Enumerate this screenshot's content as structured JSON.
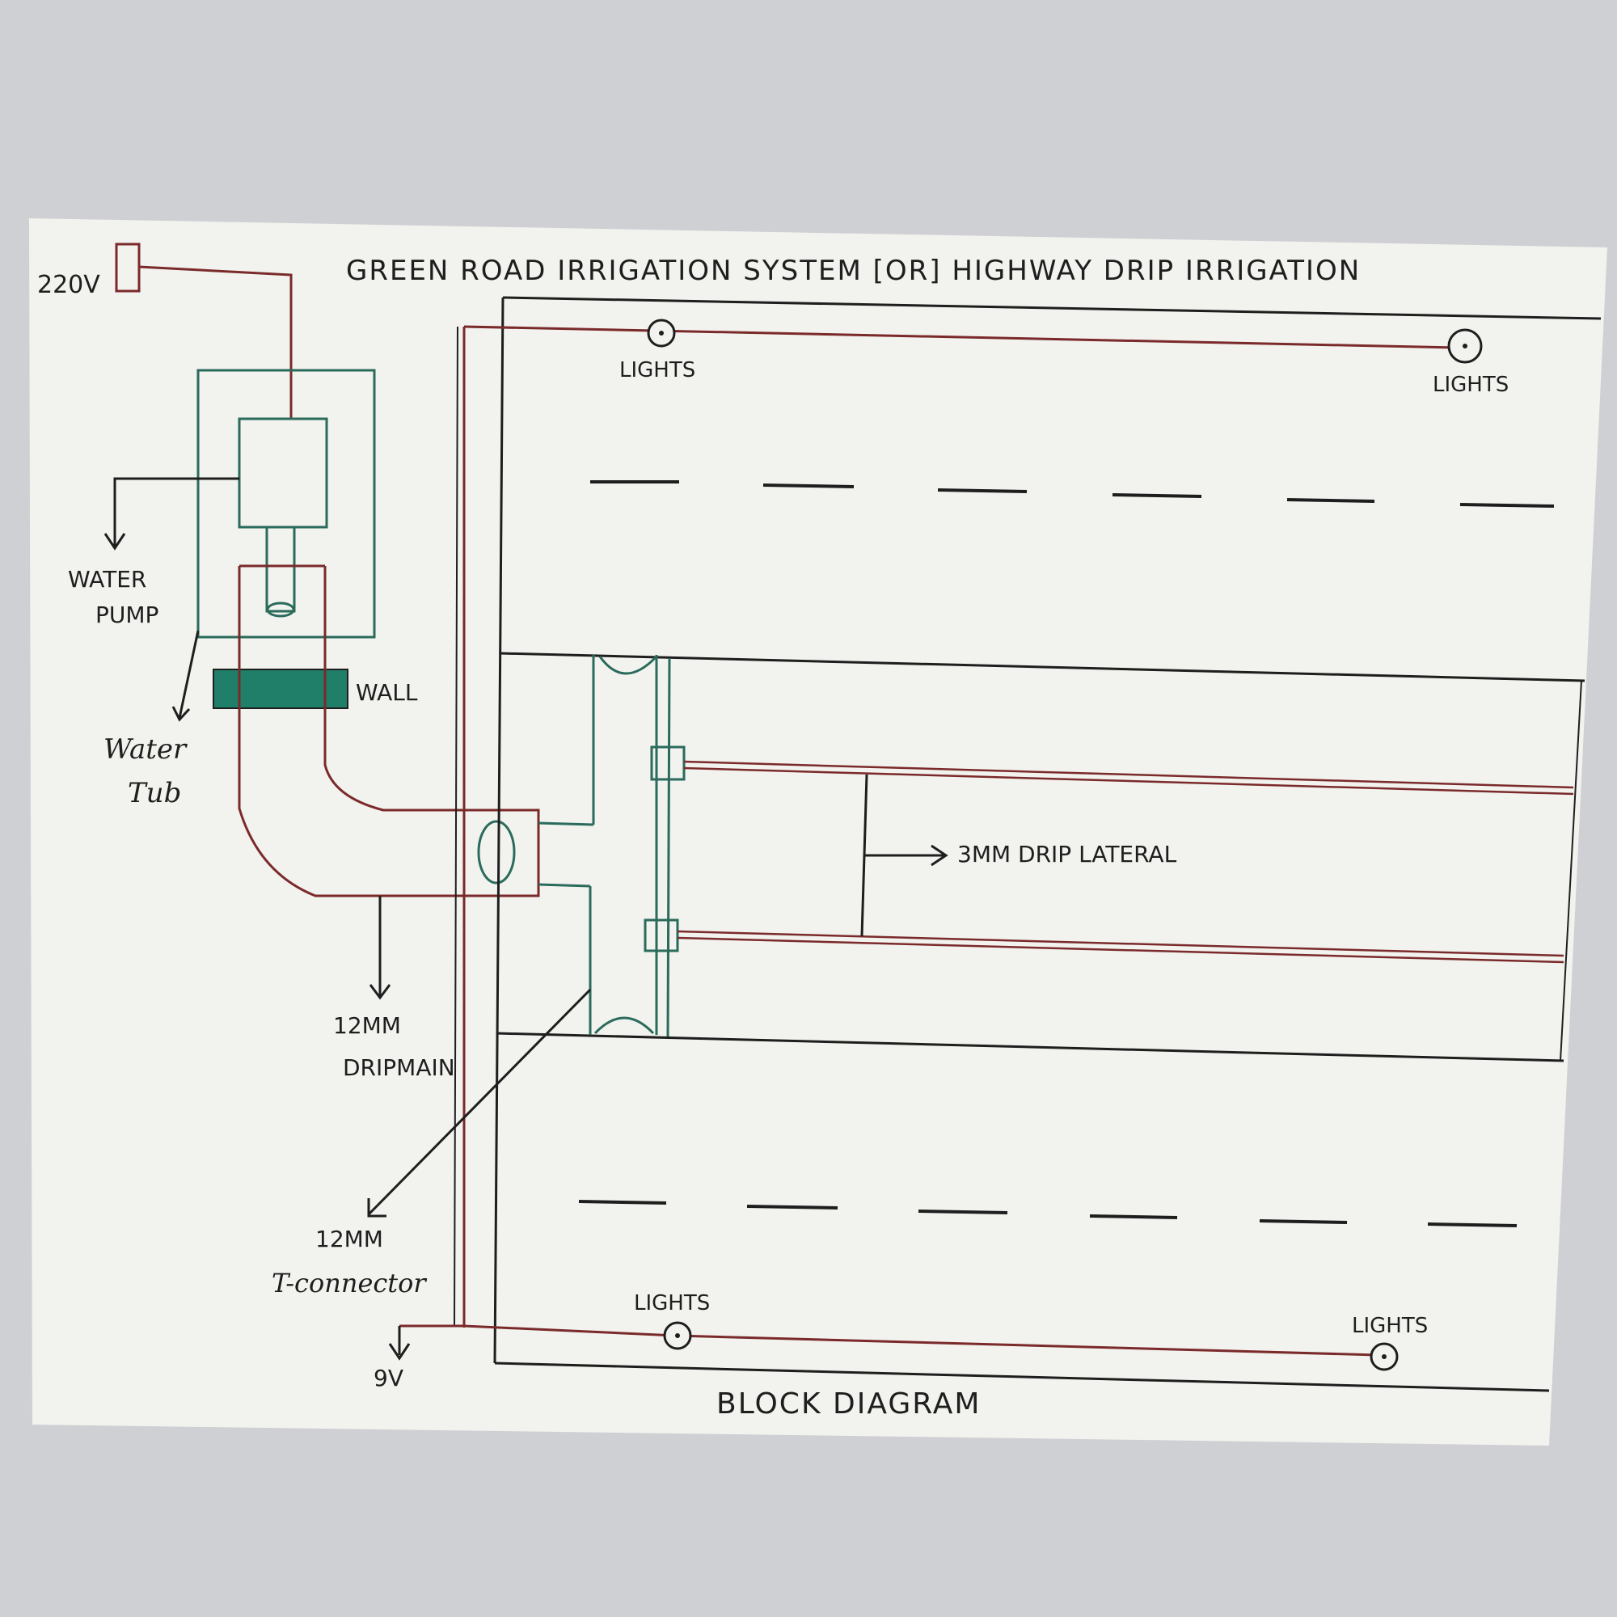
{
  "title": "GREEN ROAD IRRIGATION SYSTEM [OR] HIGHWAY DRIP IRRIGATION",
  "footer": "BLOCK DIAGRAM",
  "labels": {
    "supply_220": "220V",
    "supply_9": "9V",
    "water_pump_line1": "WATER",
    "water_pump_line2": "PUMP",
    "water_tub_line1": "Water",
    "water_tub_line2": "Tub",
    "wall": "WALL",
    "drip_lateral": "3MM  DRIP LATERAL",
    "drip_main_line1": "12MM",
    "drip_main_line2": "DRIPMAIN",
    "t_connector_line1": "12MM",
    "t_connector_line2": "T-connector",
    "light_top_left": "LIGHTS",
    "light_top_right": "LIGHTS",
    "light_bottom_left": "LIGHTS",
    "light_bottom_right": "LIGHTS"
  },
  "colors": {
    "ink": "#1e1e1e",
    "green_ink": "#2a6b5c",
    "red_ink": "#7a2a2a",
    "wall_fill": "#1f7f68",
    "paper": "#f2f2ee",
    "background": "#cfd0d4"
  }
}
